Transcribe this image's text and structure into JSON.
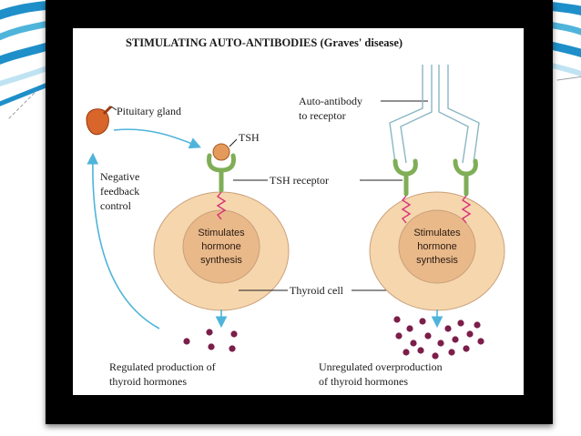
{
  "colors": {
    "background_accent": "#1e8fc9",
    "frame": "#000000",
    "cell_outer": "#f6d6ad",
    "cell_inner": "#e9b98a",
    "cell_outline": "#c9a07a",
    "receptor": "#7fae56",
    "tsh_ball": "#e49a5a",
    "antibody": "#8ab7c4",
    "arrow": "#4fb4da",
    "squiggle": "#d6337a",
    "hormone_dot": "#7b1e49",
    "gland": "#d8652a"
  },
  "figure": {
    "title": "STIMULATING AUTO-ANTIBODIES (Graves' disease)",
    "pituitary_label": "Pituitary gland",
    "tsh_label": "TSH",
    "feedback_label": [
      "Negative",
      "feedback",
      "control"
    ],
    "receptor_label": "TSH receptor",
    "autoantibody_label": [
      "Auto-antibody",
      "to receptor"
    ],
    "thyroid_cell_label": "Thyroid cell",
    "left_cell_text": [
      "Stimulates",
      "hormone",
      "synthesis"
    ],
    "right_cell_text": [
      "Stimulates",
      "hormone",
      "synthesis"
    ],
    "left_caption": [
      "Regulated production of",
      "thyroid hormones"
    ],
    "right_caption": [
      "Unregulated overproduction",
      "of thyroid hormones"
    ]
  },
  "icons": {
    "gland": "pituitary-gland-icon",
    "hormone": "hormone-dot-icon"
  }
}
